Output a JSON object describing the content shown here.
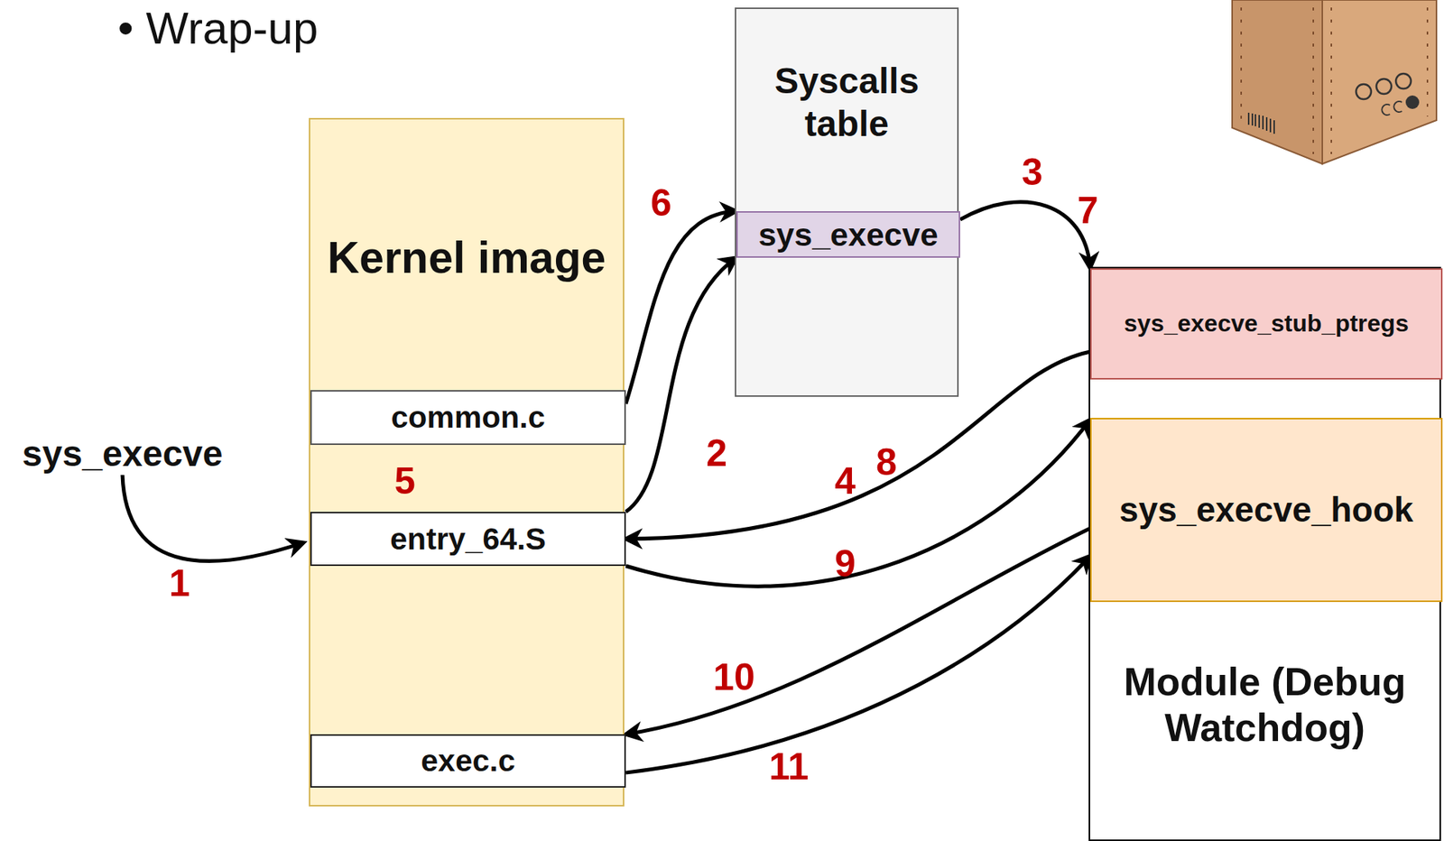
{
  "diagram": {
    "nodes": [
      {
        "text": [
          "Kernel image"
        ]
      },
      {
        "text": [
          "common.c"
        ],
        "in": 0
      },
      {
        "text": [
          "entry_64.S"
        ],
        "in": 0
      },
      {
        "text": [
          "exec.c"
        ],
        "in": 0
      },
      {
        "text": [
          "Syscalls table"
        ]
      },
      {
        "text": [
          "sys_execve"
        ],
        "in": 4
      },
      {
        "text": [
          "Module (Debug Watchdog)"
        ]
      },
      {
        "text": [
          "sys_execve_stub_ptregs"
        ],
        "in": 6
      },
      {
        "text": [
          "sys_execve_hook"
        ],
        "in": 6
      }
    ],
    "edges": [
      {
        "from": 2,
        "to": 5,
        "arrow": "to",
        "label": "2"
      },
      {
        "from": 5,
        "to": 7,
        "arrow": "to",
        "label": "3"
      },
      {
        "from": 7,
        "to": 2,
        "arrow": "to",
        "label": "4"
      },
      {
        "from": 2,
        "to": 1,
        "arrow": "to",
        "label": "5"
      },
      {
        "from": 1,
        "to": 5,
        "arrow": "to",
        "label": "6"
      },
      {
        "from": 2,
        "to": 8,
        "arrow": "to",
        "label": "9"
      },
      {
        "from": 8,
        "to": 3,
        "arrow": "to",
        "label": "10"
      },
      {
        "from": 3,
        "to": 8,
        "arrow": "to",
        "label": "11"
      }
    ],
    "labels": [
      "• Wrap-up",
      "sys_execve",
      "1",
      "7",
      "8"
    ]
  }
}
